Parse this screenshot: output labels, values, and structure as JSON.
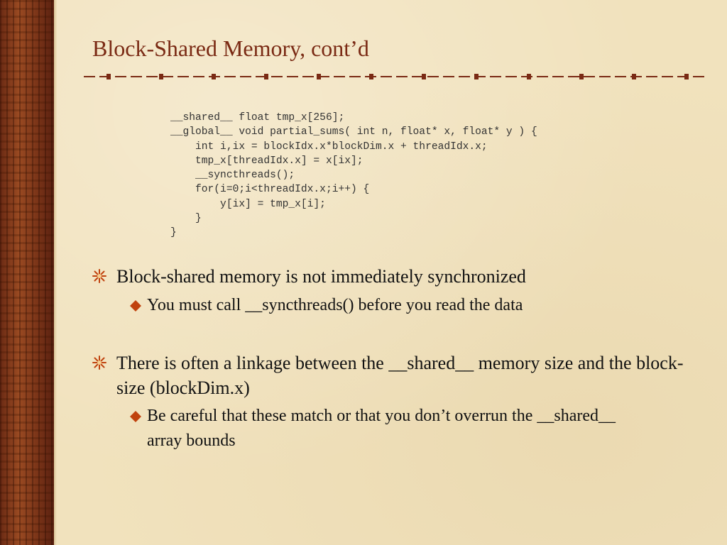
{
  "slide": {
    "title": "Block-Shared Memory, cont’d",
    "code_lines": [
      "__shared__ float tmp_x[256];",
      "__global__ void partial_sums( int n, float* x, float* y ) {",
      "    int i,ix = blockIdx.x*blockDim.x + threadIdx.x;",
      "    tmp_x[threadIdx.x] = x[ix];",
      "    __syncthreads();",
      "    for(i=0;i<threadIdx.x;i++) {",
      "        y[ix] = tmp_x[i];",
      "    }",
      "}"
    ],
    "bullets": [
      {
        "text": "Block-shared memory is not immediately synchronized",
        "sub": "You must call __syncthreads() before you read the data"
      },
      {
        "text": "There is often a linkage between the __shared__ memory size and the block-size (blockDim.x)",
        "sub": "Be careful that these match or that you don’t overrun the __shared__ array bounds"
      }
    ]
  },
  "colors": {
    "title": "#7a2a14",
    "accent": "#c0420e",
    "background": "#f1e2bd",
    "sidebar": "#7a3418"
  },
  "icons": {
    "bullet_level1": "star-burst-icon",
    "bullet_level2": "diamond-icon"
  }
}
